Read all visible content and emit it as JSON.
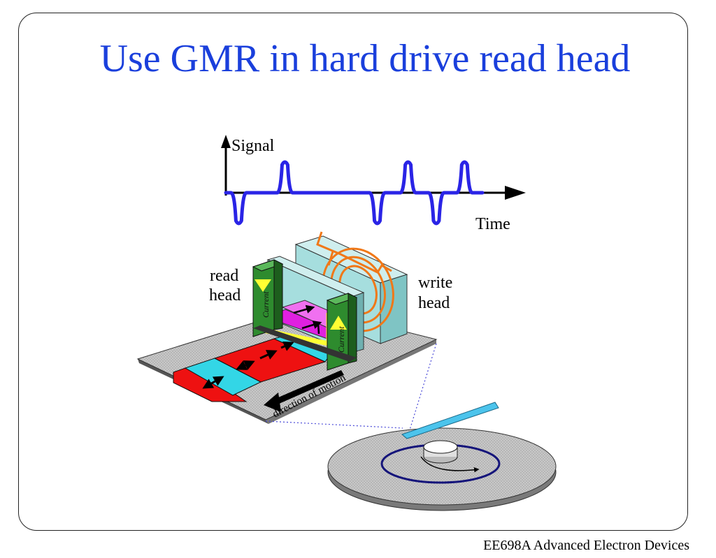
{
  "slide": {
    "title": "Use GMR in hard drive read head",
    "footer": "EE698A  Advanced Electron Devices"
  },
  "signal_plot": {
    "y_label": "Signal",
    "x_label": "Time",
    "pulses": [
      {
        "time": 0.05,
        "polarity": -1
      },
      {
        "time": 0.23,
        "polarity": 1
      },
      {
        "time": 0.59,
        "polarity": -1
      },
      {
        "time": 0.71,
        "polarity": 1
      },
      {
        "time": 0.82,
        "polarity": -1
      },
      {
        "time": 0.93,
        "polarity": 1
      }
    ],
    "trace_color": "#2a24e6"
  },
  "head_diagram": {
    "read_head_label_line1": "read",
    "read_head_label_line2": "head",
    "write_head_label_line1": "write",
    "write_head_label_line2": "head",
    "current_label": "Current",
    "motion_label": "direction of motion",
    "colors": {
      "track_red": "#ee1111",
      "bit_cyan": "#33d6e6",
      "shield_green": "#2e8b2e",
      "gmr_magenta": "#e020e0",
      "current_yellow": "#ffff33",
      "write_coil_orange": "#f07818",
      "write_block": "#a6dede",
      "platform_gray": "#bcbcbc",
      "disk_track_navy": "#14147a",
      "arm_cyan": "#4cc4ec"
    }
  }
}
